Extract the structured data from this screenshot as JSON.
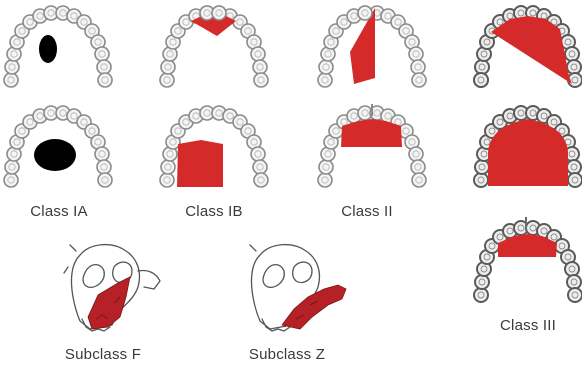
{
  "labels": {
    "class_ia": "Class IA",
    "class_ib": "Class IB",
    "class_ii": "Class II",
    "class_iii": "Class III",
    "subclass_f": "Subclass F",
    "subclass_z": "Subclass Z"
  },
  "colors": {
    "defect": "#d42a2a",
    "perforation": "#000000",
    "tooth_fill": "#f4f4f4",
    "tooth_stroke": "#8a8a8a",
    "dark_tooth_stroke": "#5a5a5a",
    "label_text": "#3a3a3a"
  }
}
